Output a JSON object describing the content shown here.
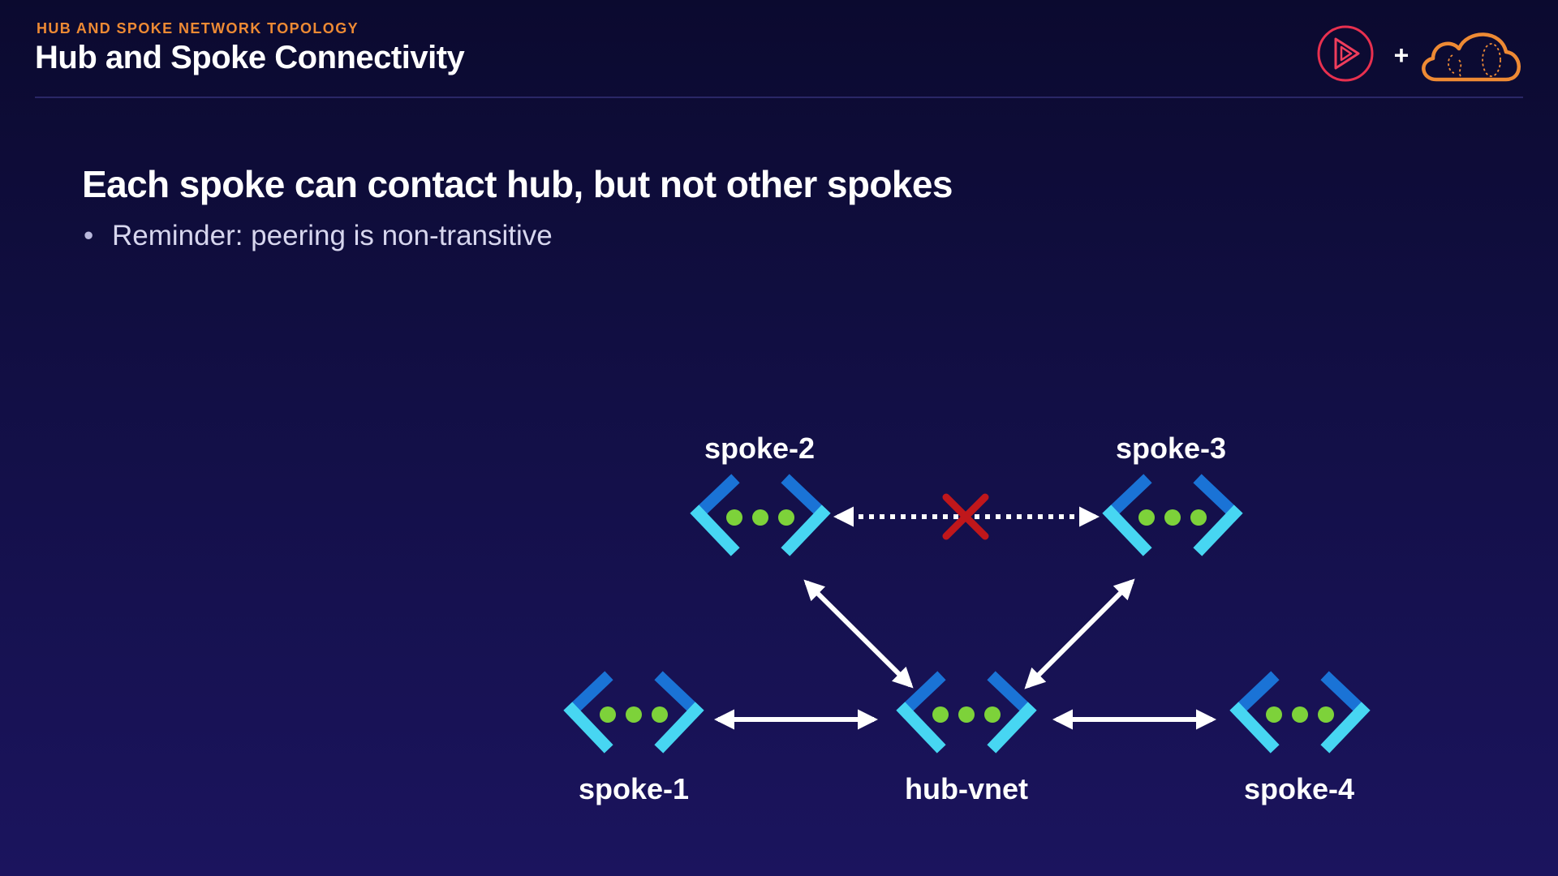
{
  "header": {
    "section": "HUB AND SPOKE NETWORK TOPOLOGY",
    "title": "Hub and Spoke Connectivity",
    "plus": "+"
  },
  "content": {
    "heading": "Each spoke can contact hub, but not other spokes",
    "bullet": "Reminder: peering is non-transitive"
  },
  "diagram": {
    "nodes": {
      "spoke1": "spoke-1",
      "spoke2": "spoke-2",
      "spoke3": "spoke-3",
      "spoke4": "spoke-4",
      "hub": "hub-vnet"
    }
  },
  "colors": {
    "accent_orange": "#ee8a34",
    "vnet_dark_blue": "#1a73d6",
    "vnet_light_blue": "#47d6f2",
    "vnet_green": "#7dd23a",
    "blocked_red": "#c0171b"
  },
  "icons": [
    "pluralsight-play-icon",
    "plus-icon",
    "cloud-logo-icon",
    "vnet-icon",
    "blocked-x-icon"
  ]
}
